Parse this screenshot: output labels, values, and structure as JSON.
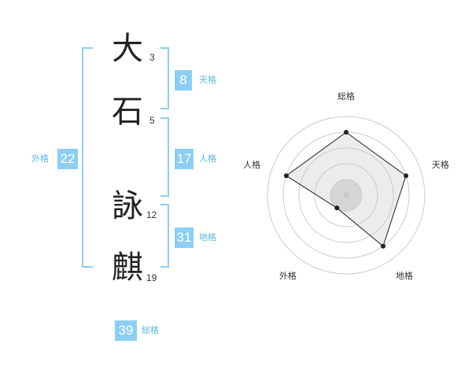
{
  "name": {
    "chars": [
      {
        "char": "大",
        "strokes": "3"
      },
      {
        "char": "石",
        "strokes": "5"
      },
      {
        "char": "詠",
        "strokes": "12"
      },
      {
        "char": "麒",
        "strokes": "19"
      }
    ]
  },
  "fortunes": {
    "tenkaku": {
      "value": "8",
      "label": "天格"
    },
    "jinkaku": {
      "value": "17",
      "label": "人格"
    },
    "chikaku": {
      "value": "31",
      "label": "地格"
    },
    "gaikaku": {
      "value": "22",
      "label": "外格"
    },
    "soukaku": {
      "value": "39",
      "label": "総格"
    }
  },
  "colors": {
    "accent": "#8ccff3",
    "bracket": "#8ccff3",
    "text": "#222222"
  },
  "chart_data": {
    "type": "radar",
    "axes": [
      "総格",
      "天格",
      "地格",
      "外格",
      "人格"
    ],
    "values": [
      4,
      4,
      4,
      1,
      4
    ],
    "range": [
      0,
      5
    ],
    "grid": true
  }
}
